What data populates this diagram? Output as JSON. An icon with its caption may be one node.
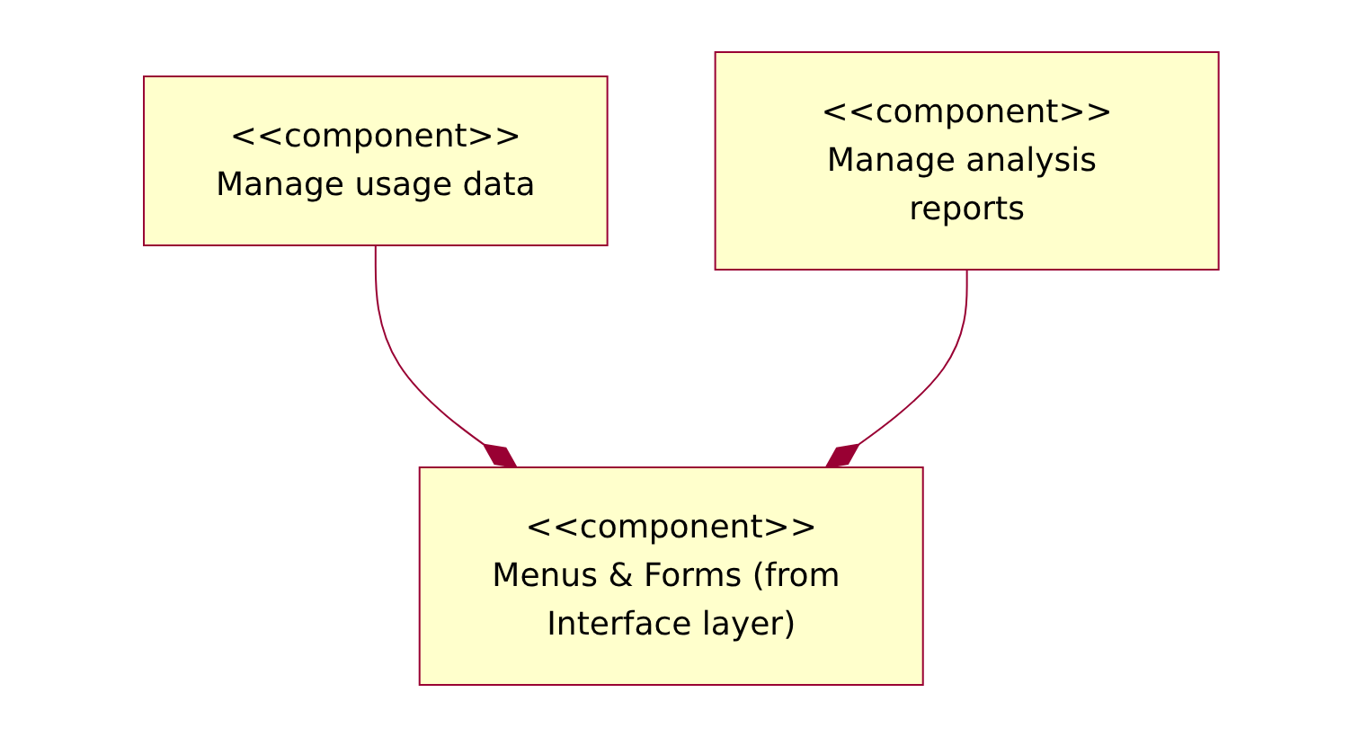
{
  "diagram": {
    "nodes": [
      {
        "text": [
          "<<component>>",
          "Manage usage data"
        ]
      },
      {
        "text": [
          "<<component>>",
          "Manage analysis reports"
        ]
      },
      {
        "text": [
          "<<component>>",
          "Menus & Forms (from Interface layer)"
        ]
      }
    ],
    "edges": [
      {
        "from": 0,
        "to": 2,
        "arrow": "other"
      },
      {
        "from": 1,
        "to": 2,
        "arrow": "other"
      }
    ]
  }
}
